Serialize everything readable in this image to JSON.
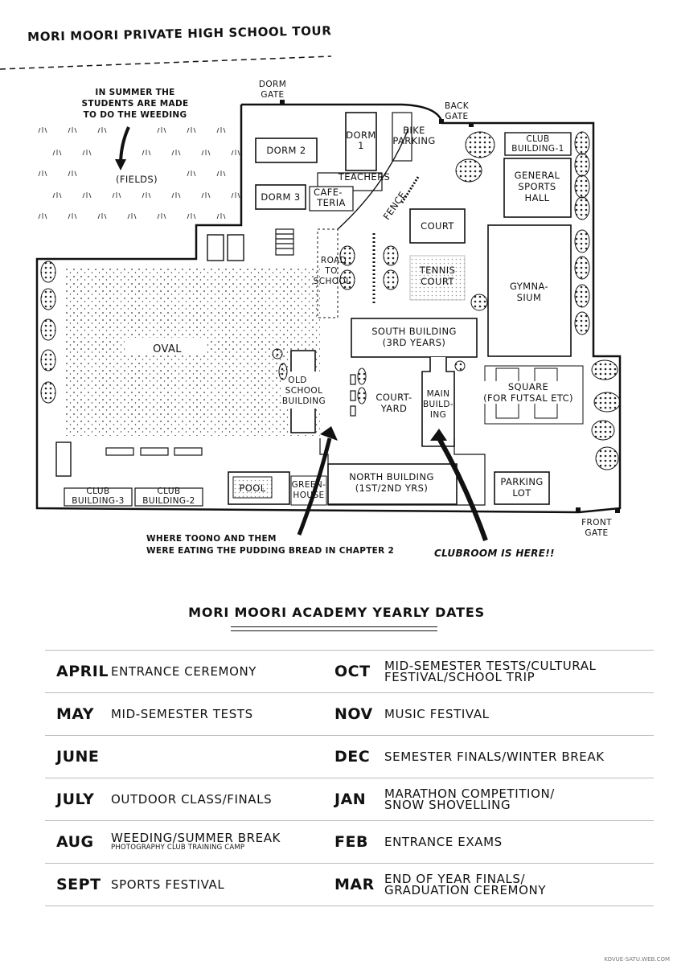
{
  "title": "MORI MOORI PRIVATE HIGH SCHOOL TOUR",
  "map": {
    "gates": {
      "dorm_gate": [
        "DORM",
        "GATE"
      ],
      "back_gate": [
        "BACK",
        "GATE"
      ],
      "front_gate": [
        "FRONT",
        "GATE"
      ]
    },
    "buildings": {
      "dorm1": [
        "DORM",
        "1"
      ],
      "dorm2": "DORM 2",
      "dorm3": "DORM 3",
      "teachers": "TEACHERS",
      "cafeteria": [
        "CAFE-",
        "TERIA"
      ],
      "bike_parking": [
        "BIKE",
        "PARKING"
      ],
      "fence": "FENCE",
      "club_building_1": [
        "CLUB",
        "BUILDING-1"
      ],
      "general_sports_hall": [
        "GENERAL",
        "SPORTS",
        "HALL"
      ],
      "court": "COURT",
      "tennis_court": [
        "TENNIS",
        "COURT"
      ],
      "gymnasium": [
        "GYMNA-",
        "SIUM"
      ],
      "road_to_school": [
        "ROAD",
        "TO",
        "SCHOOL"
      ],
      "south_building": [
        "SOUTH BUILDING",
        "(3RD YEARS)"
      ],
      "oval": "OVAL",
      "old_school_building": [
        "OLD",
        "SCHOOL",
        "BUILDING"
      ],
      "courtyard": [
        "COURT-",
        "YARD"
      ],
      "main_building": [
        "MAIN",
        "BUILD-",
        "ING"
      ],
      "square": [
        "SQUARE",
        "(FOR FUTSAL ETC)"
      ],
      "north_building": [
        "NORTH BUILDING",
        "(1ST/2ND YRS)"
      ],
      "parking_lot": [
        "PARKING",
        "LOT"
      ],
      "pool": "POOL",
      "greenhouse": [
        "GREEN-",
        "HOUSE"
      ],
      "club_building_3": [
        "CLUB",
        "BUILDING-3"
      ],
      "club_building_2": [
        "CLUB",
        "BUILDING-2"
      ],
      "fields": "(FIELDS)"
    },
    "notes": {
      "fields_note": [
        "IN SUMMER THE",
        "STUDENTS ARE MADE",
        "TO DO THE WEEDING"
      ],
      "pudding_note": [
        "WHERE TOONO AND THEM",
        "WERE EATING THE PUDDING BREAD IN CHAPTER 2"
      ],
      "clubroom_note": "CLUBROOM IS HERE!!"
    }
  },
  "calendar": {
    "title": "MORI MOORI ACADEMY YEARLY DATES",
    "rows": [
      {
        "left": {
          "month": "APRIL",
          "event": "ENTRANCE CEREMONY",
          "sub": ""
        },
        "right": {
          "month": "OCT",
          "event": "MID-SEMESTER TESTS/CULTURAL",
          "event2": "FESTIVAL/SCHOOL TRIP"
        }
      },
      {
        "left": {
          "month": "MAY",
          "event": "MID-SEMESTER TESTS",
          "sub": ""
        },
        "right": {
          "month": "NOV",
          "event": "MUSIC FESTIVAL",
          "event2": ""
        }
      },
      {
        "left": {
          "month": "JUNE",
          "event": "",
          "sub": ""
        },
        "right": {
          "month": "DEC",
          "event": "SEMESTER FINALS/WINTER BREAK",
          "event2": ""
        }
      },
      {
        "left": {
          "month": "JULY",
          "event": "OUTDOOR CLASS/FINALS",
          "sub": ""
        },
        "right": {
          "month": "JAN",
          "event": "MARATHON COMPETITION/",
          "event2": "SNOW SHOVELLING"
        }
      },
      {
        "left": {
          "month": "AUG",
          "event": "WEEDING/SUMMER BREAK",
          "sub": "PHOTOGRAPHY CLUB TRAINING CAMP"
        },
        "right": {
          "month": "FEB",
          "event": "ENTRANCE EXAMS",
          "event2": ""
        }
      },
      {
        "left": {
          "month": "SEPT",
          "event": "SPORTS FESTIVAL",
          "sub": ""
        },
        "right": {
          "month": "MAR",
          "event": "END OF YEAR FINALS/",
          "event2": "GRADUATION CEREMONY"
        }
      }
    ]
  },
  "credit": "KOVUE-SATU.WEB.COM"
}
